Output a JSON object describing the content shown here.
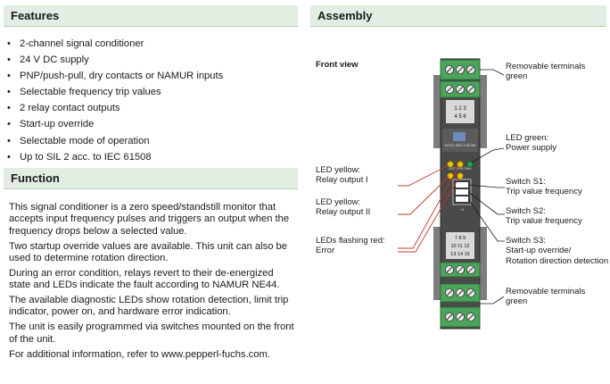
{
  "features": {
    "title": "Features",
    "items": [
      "2-channel signal conditioner",
      "24 V DC supply",
      "PNP/push-pull, dry contacts or NAMUR inputs",
      "Selectable frequency trip values",
      "2 relay contact outputs",
      "Start-up override",
      "Selectable mode of operation",
      "Up to SIL 2 acc. to IEC 61508"
    ]
  },
  "function": {
    "title": "Function",
    "paragraphs": [
      "This signal conditioner is a zero speed/standstill monitor that accepts input frequency pulses and triggers an output when the frequency drops below a selected value.",
      "Two startup override values are available. This unit can also be used to determine rotation direction.",
      "During an error condition, relays revert to their de-energized state and LEDs indicate the fault according to NAMUR NE44.",
      "The available diagnostic LEDs show rotation detection, limit trip indicator, power on, and hardware error indication.",
      "The unit is easily programmed via switches mounted on the front of the unit.",
      "For additional information, refer to www.pepperl-fuchs.com."
    ]
  },
  "assembly": {
    "title": "Assembly",
    "front_view": "Front view",
    "device": {
      "terminal_top": "1 2 3",
      "terminal_top2": "4 5 6",
      "terminal_bot": "7 8 9",
      "terminal_bot2": "10 11 12",
      "terminal_bot3": "13 14 15",
      "model": "KFD2-SR2-2.W.SM",
      "led_labels": "OUT  ERR  PWR",
      "switch_marks": "I  II"
    },
    "callouts": {
      "term_top": [
        "Removable terminals",
        "green"
      ],
      "led_green": [
        "LED green:",
        "Power supply"
      ],
      "led_yellow1": [
        "LED yellow:",
        "Relay output I"
      ],
      "s1": [
        "Switch S1:",
        "Trip value frequency"
      ],
      "led_yellow2": [
        "LED yellow:",
        "Relay output II"
      ],
      "s2": [
        "Switch S2:",
        "Trip value frequency"
      ],
      "led_red": [
        "LEDs flashing red:",
        "Error"
      ],
      "s3": [
        "Switch S3:",
        "Start-up override/",
        "Rotation direction detection"
      ],
      "term_bot": [
        "Removable terminals",
        "green"
      ]
    },
    "colors": {
      "terminal_green": "#4aa55b",
      "housing": "#4a4a4a",
      "led_yellow": "#f2c500",
      "led_green": "#2e9e4f",
      "callout_line": "#c0392b"
    }
  }
}
